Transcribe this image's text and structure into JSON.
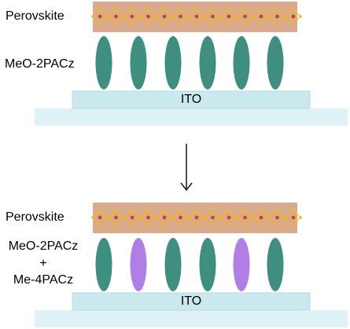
{
  "top_panel": {
    "perovskite_label": "Perovskite",
    "sam_label": "MeO-2PACz",
    "substrate_label": "ITO",
    "molecules": [
      "MeO-2PACz",
      "MeO-2PACz",
      "MeO-2PACz",
      "MeO-2PACz",
      "MeO-2PACz",
      "MeO-2PACz"
    ]
  },
  "bottom_panel": {
    "perovskite_label": "Perovskite",
    "sam_label_line1": "MeO-2PACz",
    "sam_label_plus": "+",
    "sam_label_line2": "Me-4PACz",
    "substrate_label": "ITO",
    "molecules": [
      "MeO-2PACz",
      "Me-4PACz",
      "MeO-2PACz",
      "MeO-2PACz",
      "Me-4PACz",
      "MeO-2PACz"
    ]
  },
  "colors": {
    "perovskite": "#d9ab8c",
    "octahedron_edge": "#f0b420",
    "octahedron_center": "#cc4a1a",
    "meo_2pacz": "#3f8f80",
    "me_4pacz": "#b07fe5",
    "ito": "#c9e9ef",
    "glass": "#dff2f7",
    "arrow": "#222222"
  }
}
